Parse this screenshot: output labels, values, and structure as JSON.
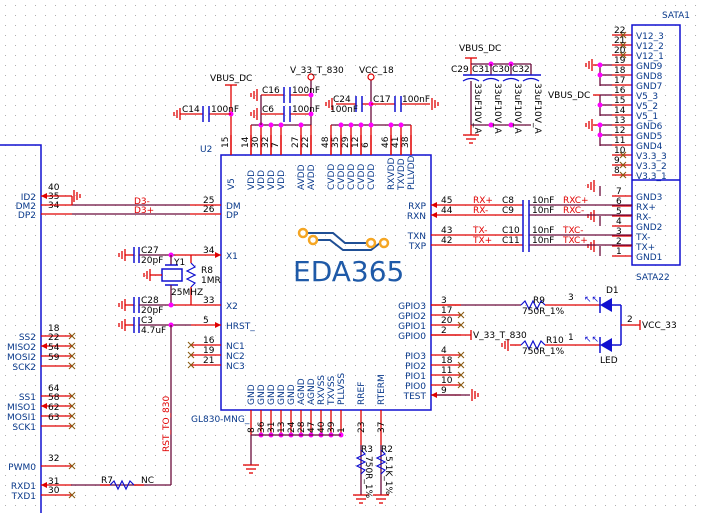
{
  "logo": {
    "text": "EDA365",
    "trace_color": "#1f4f95",
    "pad_color": "#f5a623"
  },
  "colors": {
    "wire": "#e00000",
    "net": "#6a0a3a",
    "body": "#1010d0",
    "junction": "#ff00ff",
    "label": "#0a3a8c"
  },
  "u2": {
    "ref": "U2",
    "part": "GL830-MNG_",
    "top_pins": [
      {
        "num": "15",
        "name": "V5"
      },
      {
        "num": "14",
        "name": "VDD"
      },
      {
        "num": "30",
        "name": "VDD"
      },
      {
        "num": "32",
        "name": "VDD"
      },
      {
        "num": "7",
        "name": "VDD"
      },
      {
        "num": "27",
        "name": "AVDD"
      },
      {
        "num": "22",
        "name": "AVDD"
      },
      {
        "num": "48",
        "name": "CVDD"
      },
      {
        "num": "35",
        "name": "CVDD"
      },
      {
        "num": "29",
        "name": "CVDD"
      },
      {
        "num": "12",
        "name": "CVDD"
      },
      {
        "num": "6",
        "name": "CVDD"
      },
      {
        "num": "46",
        "name": "RXVDD"
      },
      {
        "num": "41",
        "name": "TXVDD"
      },
      {
        "num": "38",
        "name": "PLLVDD"
      }
    ],
    "left_pins": [
      {
        "num": "25",
        "name": "DM"
      },
      {
        "num": "26",
        "name": "DP"
      },
      {
        "num": "34",
        "name": "X1"
      },
      {
        "num": "33",
        "name": "X2"
      },
      {
        "num": "5",
        "name": "HRST_"
      },
      {
        "num": "16",
        "name": "NC1"
      },
      {
        "num": "19",
        "name": "NC2"
      },
      {
        "num": "21",
        "name": "NC3"
      }
    ],
    "right_pins": [
      {
        "num": "45",
        "name": "RXP"
      },
      {
        "num": "44",
        "name": "RXN"
      },
      {
        "num": "43",
        "name": "TXN"
      },
      {
        "num": "42",
        "name": "TXP"
      },
      {
        "num": "3",
        "name": "GPIO3"
      },
      {
        "num": "17",
        "name": "GPIO2"
      },
      {
        "num": "20",
        "name": "GPIO1"
      },
      {
        "num": "2",
        "name": "GPIO0"
      },
      {
        "num": "4",
        "name": "PIO3"
      },
      {
        "num": "18",
        "name": "PIO2"
      },
      {
        "num": "11",
        "name": "PIO1"
      },
      {
        "num": "10",
        "name": "PIO0"
      },
      {
        "num": "9",
        "name": "TEST"
      }
    ],
    "bottom_pins": [
      {
        "num": "8",
        "name": "GND"
      },
      {
        "num": "36",
        "name": "GND"
      },
      {
        "num": "31",
        "name": "GND"
      },
      {
        "num": "13",
        "name": "GND"
      },
      {
        "num": "24",
        "name": "GND"
      },
      {
        "num": "28",
        "name": "AGND"
      },
      {
        "num": "47",
        "name": "AGND"
      },
      {
        "num": "40",
        "name": "RXVSS"
      },
      {
        "num": "39",
        "name": "TXVSS"
      },
      {
        "num": "1",
        "name": "PLLVSS"
      },
      {
        "num": "23",
        "name": "RREF"
      },
      {
        "num": "37",
        "name": "RTERM"
      }
    ]
  },
  "left_connector": {
    "pins": [
      {
        "num": "40",
        "name": ""
      },
      {
        "num": "35",
        "name": "ID2"
      },
      {
        "num": "34",
        "name": "DM2"
      },
      {
        "num": "",
        "name": "DP2"
      },
      {
        "num": "18",
        "name": ""
      },
      {
        "num": "22",
        "name": "SS2"
      },
      {
        "num": "54",
        "name": "MISO2"
      },
      {
        "num": "59",
        "name": "MOSI2"
      },
      {
        "num": "",
        "name": "SCK2"
      },
      {
        "num": "64",
        "name": ""
      },
      {
        "num": "58",
        "name": "SS1"
      },
      {
        "num": "62",
        "name": "MISO1"
      },
      {
        "num": "63",
        "name": "MOSI1"
      },
      {
        "num": "",
        "name": "SCK1"
      },
      {
        "num": "32",
        "name": ""
      },
      {
        "num": "",
        "name": "PWM0"
      },
      {
        "num": "31",
        "name": ""
      },
      {
        "num": "30",
        "name": "RXD1"
      },
      {
        "num": "",
        "name": "TXD1"
      }
    ]
  },
  "sata": {
    "ref_top": "SATA1",
    "ref_bottom": "SATA22",
    "power_pins": [
      {
        "num": "22",
        "name": "V12_3"
      },
      {
        "num": "21",
        "name": "V12_2"
      },
      {
        "num": "20",
        "name": "V12_1"
      },
      {
        "num": "19",
        "name": "GND9"
      },
      {
        "num": "18",
        "name": "GND8"
      },
      {
        "num": "17",
        "name": "GND7"
      },
      {
        "num": "16",
        "name": "V5_3"
      },
      {
        "num": "15",
        "name": "V5_2"
      },
      {
        "num": "14",
        "name": "V5_1"
      },
      {
        "num": "13",
        "name": "GND6"
      },
      {
        "num": "12",
        "name": "GND5"
      },
      {
        "num": "11",
        "name": "GND4"
      },
      {
        "num": "10",
        "name": "V3.3_3"
      },
      {
        "num": "9",
        "name": "V3.3_2"
      },
      {
        "num": "8",
        "name": "V3.3_1"
      }
    ],
    "signal_pins": [
      {
        "num": "7",
        "name": "GND3"
      },
      {
        "num": "6",
        "name": "RX+"
      },
      {
        "num": "5",
        "name": "RX-"
      },
      {
        "num": "4",
        "name": "GND2"
      },
      {
        "num": "3",
        "name": "TX-"
      },
      {
        "num": "2",
        "name": "TX+"
      },
      {
        "num": "1",
        "name": "GND1"
      }
    ]
  },
  "nets": {
    "vbus_dc": "VBUS_DC",
    "v33_t830": "V_33_T_830",
    "vcc18": "VCC_18",
    "vcc33": "VCC_33",
    "d3m": "D3-",
    "d3p": "D3+",
    "rst": "RST_TO_830",
    "rxp": "RX+",
    "rxn": "RX-",
    "txn": "TX-",
    "txp": "TX+",
    "rxcp": "RXC+",
    "rxcn": "RXC-",
    "txcn": "TXC-",
    "txcp": "TXC+"
  },
  "components": {
    "c14": {
      "ref": "C14",
      "value": "100nF"
    },
    "c16": {
      "ref": "C16",
      "value": "100nF"
    },
    "c6": {
      "ref": "C6",
      "value": "100nF"
    },
    "c24": {
      "ref": "C24",
      "value": "100nF"
    },
    "c17": {
      "ref": "C17",
      "value": "100nF"
    },
    "c29": {
      "ref": "C29",
      "value": "33uF10V_A"
    },
    "c31": {
      "ref": "C31",
      "value": "33uF10V_A"
    },
    "c30": {
      "ref": "C30",
      "value": "33uF10V_A"
    },
    "c32": {
      "ref": "C32",
      "value": "33uF10V_A"
    },
    "c27": {
      "ref": "C27",
      "value": "20pF"
    },
    "c28": {
      "ref": "C28",
      "value": "20pF"
    },
    "c3": {
      "ref": "C3",
      "value": "4.7uF"
    },
    "y1": {
      "ref": "Y1",
      "value": "25MHZ"
    },
    "r8": {
      "ref": "R8",
      "value": "1MR"
    },
    "r7": {
      "ref": "R7",
      "value": "NC"
    },
    "c8": {
      "ref": "C8",
      "value": "10nF"
    },
    "c9": {
      "ref": "C9",
      "value": "10nF"
    },
    "c10": {
      "ref": "C10",
      "value": "10nF"
    },
    "c11": {
      "ref": "C11",
      "value": "10nF"
    },
    "r9": {
      "ref": "R9",
      "value": "750R_1%"
    },
    "r10": {
      "ref": "R10",
      "value": "750R_1%"
    },
    "d1": {
      "ref": "D1",
      "value": "LED",
      "pin_a": "3",
      "pin_b": "1",
      "pin_c": "2"
    },
    "r3": {
      "ref": "R3",
      "value": "750R_1%"
    },
    "r2": {
      "ref": "R2",
      "value": "5.1K_1%"
    }
  }
}
